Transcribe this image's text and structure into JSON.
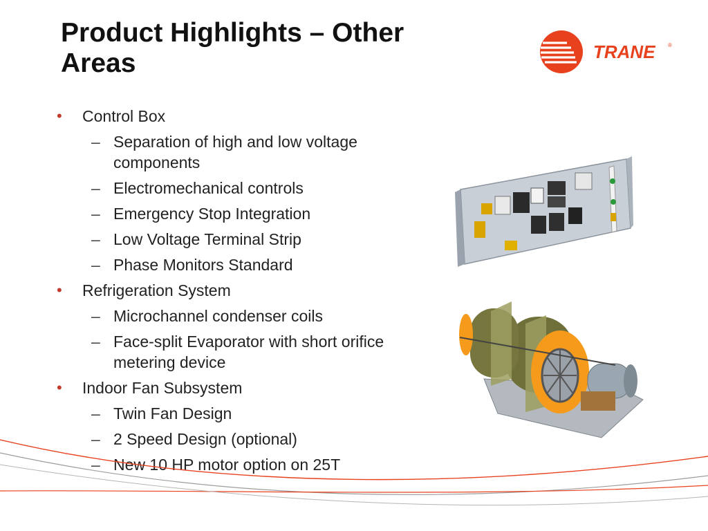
{
  "slide": {
    "title": "Product Highlights – Other Areas",
    "logo_text": "TRANE",
    "dash": "–",
    "bullets": [
      {
        "label": "Control Box",
        "subs": [
          "Separation of high and low voltage components",
          "Electromechanical controls",
          "Emergency Stop Integration",
          "Low Voltage Terminal Strip",
          "Phase Monitors Standard"
        ]
      },
      {
        "label": "Refrigeration System",
        "subs": [
          "Microchannel condenser coils",
          "Face-split Evaporator with short orifice metering device"
        ]
      },
      {
        "label": "Indoor Fan Subsystem",
        "subs": [
          "Twin Fan Design",
          "2 Speed Design (optional)",
          "New 10 HP motor option on 25T"
        ]
      }
    ]
  },
  "colors": {
    "brand_red": "#e8411e",
    "bullet_red": "#c0392b",
    "fan_orange": "#f59a1b",
    "swoosh_red": "#e8411e"
  }
}
